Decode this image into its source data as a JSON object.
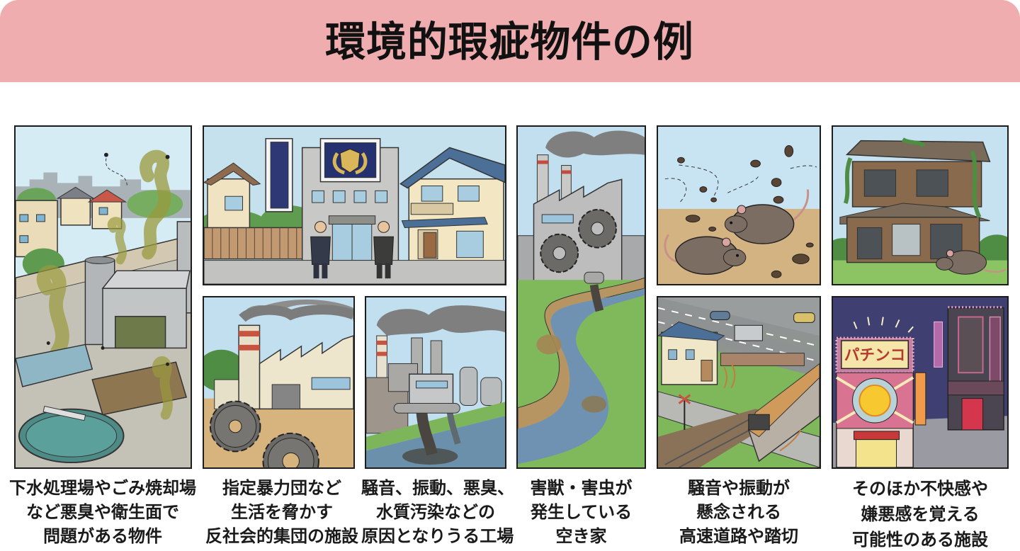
{
  "header": {
    "title": "環境的瑕疵物件の例",
    "background": "#efadaf"
  },
  "panels": [
    {
      "id": "sewage-incinerator",
      "scene": "Sewage treatment plant and garbage incinerator with foul smell clouds and flies",
      "caption": [
        "下水処理場やごみ焼却場",
        "など悪臭や衛生面で",
        "問題がある物件"
      ]
    },
    {
      "id": "gang-office",
      "scene": "Designated crime syndicate office building with emblem and two men in front, between residential houses",
      "caption": [
        "指定暴力団など",
        "生活を脅かす",
        "反社会的集団の施設"
      ]
    },
    {
      "id": "factory-noise",
      "scene": "Factory with striped smokestack and large gears (noise, vibration)"
    },
    {
      "id": "factory-pollution",
      "scene": "Factory complex discharging polluted water into a river",
      "caption": [
        "騒音、振動、悪臭、",
        "水質汚染などの",
        "原因となりうる工場"
      ]
    },
    {
      "id": "factory-river",
      "scene": "Factory with gears and pipe draining into a winding polluted river"
    },
    {
      "id": "pests",
      "scene": "Rats and insects (pests) on dirt ground",
      "caption": [
        "害獣・害虫が",
        "発生している",
        "空き家"
      ]
    },
    {
      "id": "abandoned-house",
      "scene": "Dilapidated abandoned two-story wooden house with ivy and a rat"
    },
    {
      "id": "highway-railway",
      "scene": "Highway with cars, house, train at railway crossing with vibration lines",
      "caption": [
        "騒音や振動が",
        "懸念される",
        "高速道路や踏切"
      ]
    },
    {
      "id": "pachinko",
      "scene": "Night scene with pachinko parlor (sign: パチンコ) and red-lit adult facility",
      "sign": "パチンコ",
      "caption": [
        "そのほか不快感や",
        "嫌悪感を覚える",
        "可能性のある施設"
      ]
    }
  ]
}
